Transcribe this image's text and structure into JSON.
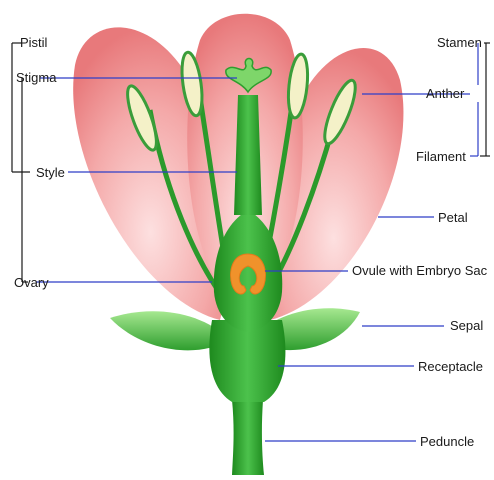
{
  "labels": {
    "pistil": "Pistil",
    "stigma": "Stigma",
    "style": "Style",
    "ovary": "Ovary",
    "stamen": "Stamen",
    "anther": "Anther",
    "filament": "Filament",
    "petal": "Petal",
    "ovule": "Ovule with Embryo Sac",
    "sepal": "Sepal",
    "receptacle": "Receptacle",
    "peduncle": "Peduncle"
  },
  "colors": {
    "petal_fill": "#f2a3a3",
    "petal_edge": "#e36f6f",
    "green_dark": "#1f8f1f",
    "green_mid": "#39b539",
    "green_light": "#8ee07a",
    "anther": "#f4f1c8",
    "ovule": "#f0922b",
    "leader_line": "#2f3fc8",
    "bracket": "#1a1a1a"
  }
}
